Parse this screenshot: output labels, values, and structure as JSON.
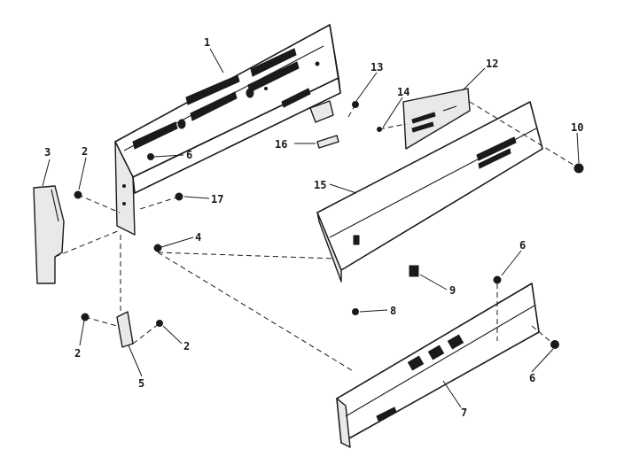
{
  "callouts": {
    "c1": "1",
    "c2a": "2",
    "c2b": "2",
    "c2c": "2",
    "c3": "3",
    "c4": "4",
    "c5": "5",
    "c6a": "6",
    "c6b": "6",
    "c6c": "6",
    "c7": "7",
    "c8": "8",
    "c9": "9",
    "c10": "10",
    "c12": "12",
    "c13": "13",
    "c14": "14",
    "c15": "15",
    "c16": "16",
    "c17": "17"
  },
  "colors": {
    "ink": "#1a1a1a",
    "paper": "#ffffff"
  }
}
